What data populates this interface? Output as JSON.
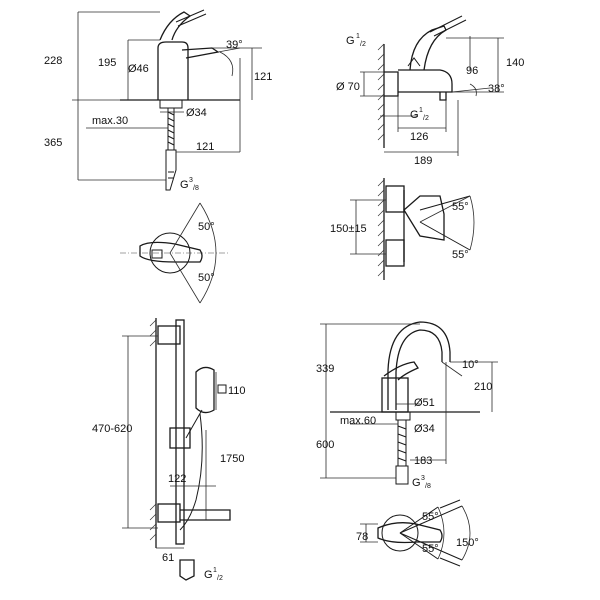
{
  "basin": {
    "d228": "228",
    "d195": "195",
    "d121a": "121",
    "ang39": "39°",
    "dia46": "Ø46",
    "dia34": "Ø34",
    "max30": "max.30",
    "d365": "365",
    "d121b": "121",
    "g38": "G",
    "g38_sup": "3",
    "g38_sub": "/8",
    "ang50a": "50°",
    "ang50b": "50°"
  },
  "bath": {
    "g12a": "G",
    "g12a_sup": "1",
    "g12a_sub": "/2",
    "dia70": "Ø 70",
    "d96": "96",
    "d140": "140",
    "ang38": "38°",
    "g12b": "G",
    "g12b_sup": "1",
    "g12b_sub": "/2",
    "d126": "126",
    "d189": "189",
    "d150": "150±15",
    "ang55a": "55°",
    "ang55b": "55°"
  },
  "shower": {
    "d470": "470-620",
    "dia110": "110",
    "d1750": "1750",
    "d122": "122",
    "d61": "61",
    "g12": "G",
    "g12_sup": "1",
    "g12_sub": "/2"
  },
  "sink": {
    "d339": "339",
    "ang10": "10°",
    "d210": "210",
    "dia51": "Ø51",
    "max60": "max.60",
    "dia34": "Ø34",
    "d600": "600",
    "d183": "183",
    "g38": "G",
    "g38_sup": "3",
    "g38_sub": "/8",
    "d78": "78",
    "ang55a": "55°",
    "ang55b": "55°",
    "ang150": "150°"
  }
}
